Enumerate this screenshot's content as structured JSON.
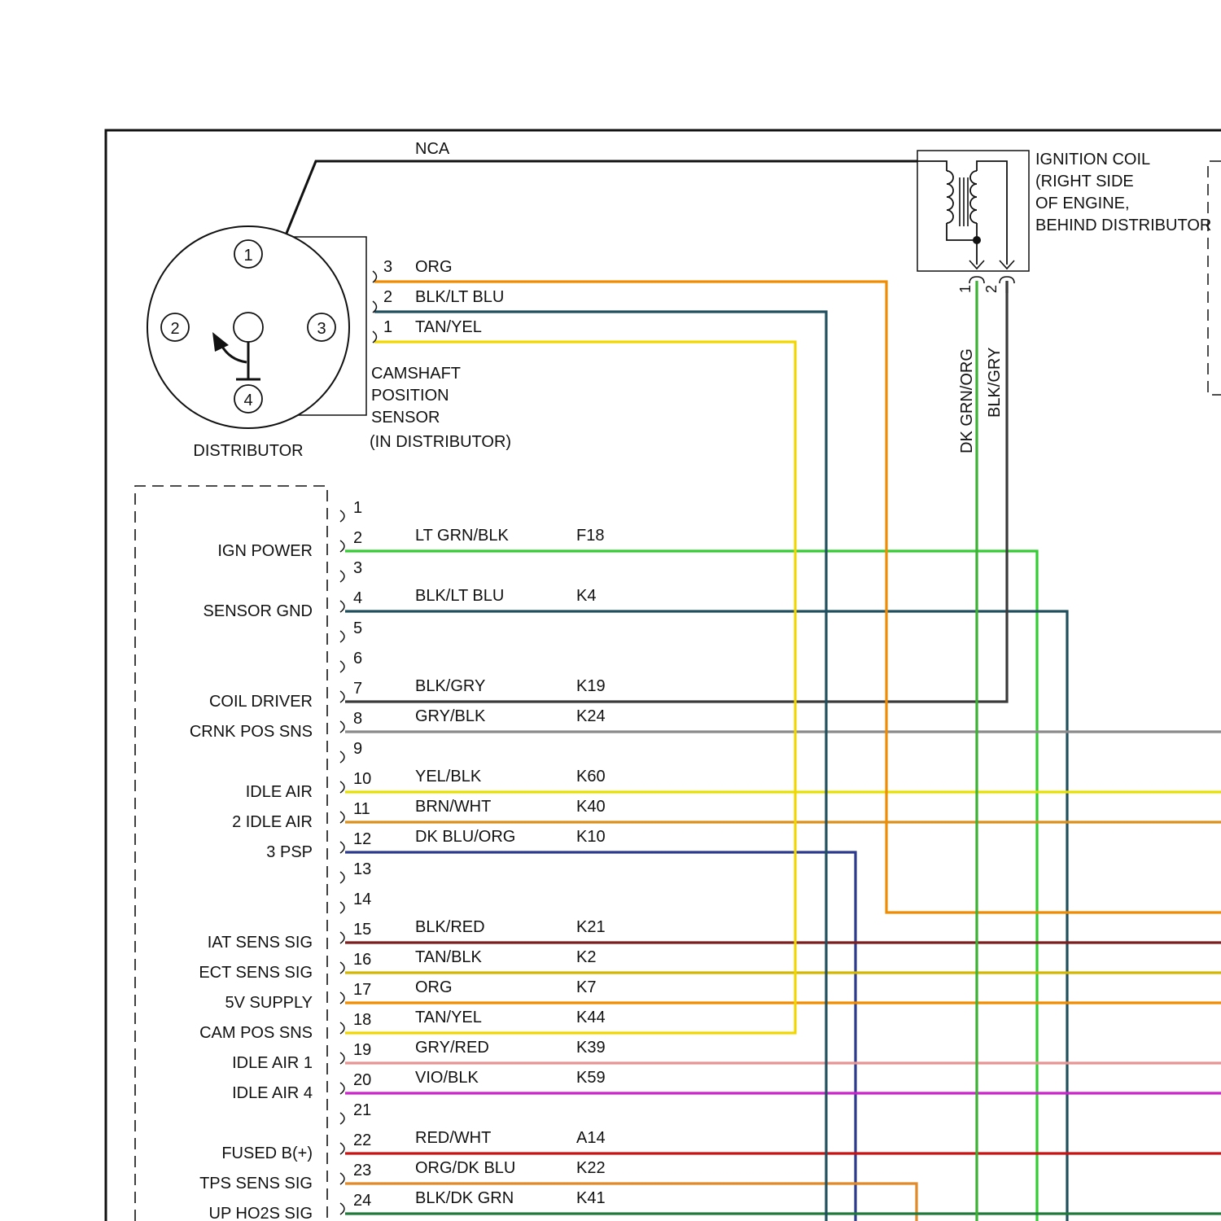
{
  "top_wire": {
    "label": "NCA"
  },
  "distributor": {
    "label": "DISTRIBUTOR",
    "terminals": [
      "1",
      "2",
      "3",
      "4"
    ]
  },
  "cam_sensor": {
    "label_lines": [
      "CAMSHAFT",
      "POSITION",
      "SENSOR",
      "(IN DISTRIBUTOR)"
    ],
    "pins": [
      {
        "num": "3",
        "color_name": "ORG",
        "color": "#f08c00",
        "dest": "right-bus-1120"
      },
      {
        "num": "2",
        "color_name": "BLK/LT BLU",
        "color": "#1f4f5e",
        "dest": "pcm-4"
      },
      {
        "num": "1",
        "color_name": "TAN/YEL",
        "color": "#f2d600",
        "dest": "pcm-18"
      }
    ]
  },
  "ignition_coil": {
    "label_lines": [
      "IGNITION COIL",
      "(RIGHT SIDE",
      "OF ENGINE,",
      "BEHIND DISTRIBUTOR"
    ],
    "pins": [
      {
        "num": "1",
        "color_name": "DK GRN/ORG",
        "color": "#3cb035"
      },
      {
        "num": "2",
        "color_name": "BLK/GRY",
        "color": "#3a3a3a"
      }
    ]
  },
  "pcm": {
    "rows": [
      {
        "pin": "1",
        "func": "",
        "wire": "",
        "circuit": "",
        "color": ""
      },
      {
        "pin": "2",
        "func": "IGN POWER",
        "wire": "LT GRN/BLK",
        "circuit": "F18",
        "color": "#33cc33"
      },
      {
        "pin": "3",
        "func": "",
        "wire": "",
        "circuit": "",
        "color": ""
      },
      {
        "pin": "4",
        "func": "SENSOR GND",
        "wire": "BLK/LT BLU",
        "circuit": "K4",
        "color": "#1f4f5e"
      },
      {
        "pin": "5",
        "func": "",
        "wire": "",
        "circuit": "",
        "color": ""
      },
      {
        "pin": "6",
        "func": "",
        "wire": "",
        "circuit": "",
        "color": ""
      },
      {
        "pin": "7",
        "func": "COIL DRIVER",
        "wire": "BLK/GRY",
        "circuit": "K19",
        "color": "#3a3a3a"
      },
      {
        "pin": "8",
        "func": "CRNK POS SNS",
        "wire": "GRY/BLK",
        "circuit": "K24",
        "color": "#8a8a8a"
      },
      {
        "pin": "9",
        "func": "",
        "wire": "",
        "circuit": "",
        "color": ""
      },
      {
        "pin": "10",
        "func": "IDLE AIR",
        "wire": "YEL/BLK",
        "circuit": "K60",
        "color": "#e8e000"
      },
      {
        "pin": "11",
        "func": "2 IDLE AIR",
        "wire": "BRN/WHT",
        "circuit": "K40",
        "color": "#d9901e"
      },
      {
        "pin": "12",
        "func": "3 PSP",
        "wire": "DK BLU/ORG",
        "circuit": "K10",
        "color": "#2b3a8f"
      },
      {
        "pin": "13",
        "func": "",
        "wire": "",
        "circuit": "",
        "color": ""
      },
      {
        "pin": "14",
        "func": "",
        "wire": "",
        "circuit": "",
        "color": ""
      },
      {
        "pin": "15",
        "func": "IAT SENS SIG",
        "wire": "BLK/RED",
        "circuit": "K21",
        "color": "#7a1f1f"
      },
      {
        "pin": "16",
        "func": "ECT SENS SIG",
        "wire": "TAN/BLK",
        "circuit": "K2",
        "color": "#d4b800"
      },
      {
        "pin": "17",
        "func": "5V SUPPLY",
        "wire": "ORG",
        "circuit": "K7",
        "color": "#f08c00"
      },
      {
        "pin": "18",
        "func": "CAM POS SNS",
        "wire": "TAN/YEL",
        "circuit": "K44",
        "color": "#f2d600"
      },
      {
        "pin": "19",
        "func": "IDLE AIR 1",
        "wire": "GRY/RED",
        "circuit": "K39",
        "color": "#e69595"
      },
      {
        "pin": "20",
        "func": "IDLE AIR 4",
        "wire": "VIO/BLK",
        "circuit": "K59",
        "color": "#cc22cc"
      },
      {
        "pin": "21",
        "func": "",
        "wire": "",
        "circuit": "",
        "color": ""
      },
      {
        "pin": "22",
        "func": "FUSED B(+)",
        "wire": "RED/WHT",
        "circuit": "A14",
        "color": "#cc1111"
      },
      {
        "pin": "23",
        "func": "TPS SENS SIG",
        "wire": "ORG/DK BLU",
        "circuit": "K22",
        "color": "#e08a2a"
      },
      {
        "pin": "24",
        "func": "UP HO2S SIG",
        "wire": "BLK/DK GRN",
        "circuit": "K41",
        "color": "#1f7a3a"
      }
    ]
  },
  "colors": {
    "line": "#111111",
    "org": "#f08c00",
    "blk_lt_blu": "#1f4f5e",
    "tan_yel": "#f2d600",
    "lt_grn_blk": "#33cc33",
    "dk_grn_org": "#3cb035",
    "blk_gry": "#3a3a3a",
    "dk_blu_org": "#2b3a8f"
  }
}
